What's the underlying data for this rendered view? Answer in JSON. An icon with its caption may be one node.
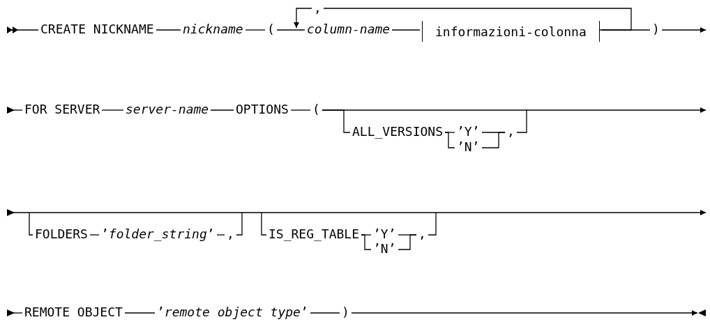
{
  "diagram": {
    "nodes": [
      {
        "text": [
          "CREATE NICKNAME"
        ]
      },
      {
        "text": [
          "nickname"
        ]
      },
      {
        "text": [
          "("
        ]
      },
      {
        "text": [
          "column-name"
        ]
      },
      {
        "text": [
          "informazioni-colonna"
        ]
      },
      {
        "text": [
          ")"
        ]
      },
      {
        "text": [
          "FOR SERVER"
        ]
      },
      {
        "text": [
          "server-name"
        ]
      },
      {
        "text": [
          "OPTIONS"
        ]
      },
      {
        "text": [
          "("
        ]
      },
      {
        "text": [
          "ALL_VERSIONS"
        ]
      },
      {
        "text": [
          "’Y’"
        ]
      },
      {
        "text": [
          "’N’"
        ]
      },
      {
        "text": [
          ","
        ]
      },
      {
        "text": [
          "FOLDERS"
        ]
      },
      {
        "text": [
          "’*folder_string*’"
        ]
      },
      {
        "text": [
          ","
        ]
      },
      {
        "text": [
          "IS_REG_TABLE"
        ]
      },
      {
        "text": [
          "’Y’"
        ]
      },
      {
        "text": [
          "’N’"
        ]
      },
      {
        "text": [
          ","
        ]
      },
      {
        "text": [
          "REMOTE OBJECT"
        ]
      },
      {
        "text": [
          "’*remote object type*’"
        ]
      },
      {
        "text": [
          ")"
        ]
      }
    ],
    "edges": [
      {
        "from": null,
        "to": 0,
        "arrow": "other"
      },
      {
        "from": 0,
        "to": 1,
        "arrow": "none"
      },
      {
        "from": 1,
        "to": 2,
        "arrow": "none"
      },
      {
        "from": 2,
        "to": 3,
        "arrow": "none"
      },
      {
        "from": 3,
        "to": 4,
        "arrow": "none"
      },
      {
        "from": 4,
        "to": 5,
        "arrow": "none"
      },
      {
        "from": 4,
        "to": 3,
        "arrow": "to",
        "label": ","
      },
      {
        "from": 5,
        "to": null,
        "arrow": "to"
      },
      {
        "from": null,
        "to": 6,
        "arrow": "other"
      },
      {
        "from": 6,
        "to": 7,
        "arrow": "none"
      },
      {
        "from": 7,
        "to": 8,
        "arrow": "none"
      },
      {
        "from": 8,
        "to": 9,
        "arrow": "none"
      },
      {
        "from": 9,
        "to": 10,
        "arrow": "none"
      },
      {
        "from": 9,
        "to": null,
        "arrow": "to"
      },
      {
        "from": 10,
        "to": 11,
        "arrow": "none"
      },
      {
        "from": 10,
        "to": 12,
        "arrow": "none"
      },
      {
        "from": 11,
        "to": 13,
        "arrow": "none"
      },
      {
        "from": 12,
        "to": 13,
        "arrow": "none"
      },
      {
        "from": 13,
        "to": null,
        "arrow": "none"
      },
      {
        "from": null,
        "to": 14,
        "arrow": "none"
      },
      {
        "from": 14,
        "to": 15,
        "arrow": "none"
      },
      {
        "from": 15,
        "to": 16,
        "arrow": "none"
      },
      {
        "from": 16,
        "to": null,
        "arrow": "none"
      },
      {
        "from": null,
        "to": 17,
        "arrow": "none"
      },
      {
        "from": 17,
        "to": 18,
        "arrow": "none"
      },
      {
        "from": 17,
        "to": 19,
        "arrow": "none"
      },
      {
        "from": 18,
        "to": 20,
        "arrow": "none"
      },
      {
        "from": 19,
        "to": 20,
        "arrow": "none"
      },
      {
        "from": 20,
        "to": null,
        "arrow": "none"
      },
      {
        "from": null,
        "to": 21,
        "arrow": "other"
      },
      {
        "from": 21,
        "to": 22,
        "arrow": "none"
      },
      {
        "from": 22,
        "to": 23,
        "arrow": "none"
      },
      {
        "from": 23,
        "to": null,
        "arrow": "to"
      }
    ]
  }
}
